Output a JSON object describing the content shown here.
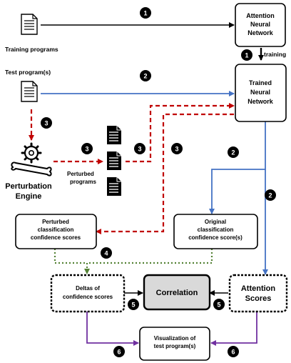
{
  "labels": {
    "training_programs": "Training programs",
    "test_programs": "Test program(s)",
    "training": "training",
    "perturbed_programs_1": "Perturbed",
    "perturbed_programs_2": "programs",
    "perturbation_engine_1": "Perturbation",
    "perturbation_engine_2": "Engine"
  },
  "boxes": {
    "attention_nn": [
      "Attention",
      "Neural",
      "Network"
    ],
    "trained_nn": [
      "Trained",
      "Neural",
      "Network"
    ],
    "perturbed_scores": [
      "Perturbed",
      "classification",
      "confidence scores"
    ],
    "original_scores": [
      "Original",
      "classification",
      "confidence score(s)"
    ],
    "deltas": [
      "Deltas of",
      "confidence scores"
    ],
    "correlation": [
      "Correlation"
    ],
    "attention_scores": [
      "Attention",
      "Scores"
    ],
    "visualization": [
      "Visualization of",
      "test program(s)"
    ]
  },
  "steps": {
    "s1a": "1",
    "s1b": "1",
    "s2a": "2",
    "s2b": "2",
    "s2c": "2",
    "s3a": "3",
    "s3b": "3",
    "s3c": "3",
    "s3d": "3",
    "s4": "4",
    "s5a": "5",
    "s5b": "5",
    "s6a": "6",
    "s6b": "6"
  },
  "colors": {
    "blue": "#4472c4",
    "red": "#c00000",
    "green": "#548235",
    "purple": "#7030a0",
    "black": "#000000",
    "correlation_fill": "#d9d9d9"
  }
}
